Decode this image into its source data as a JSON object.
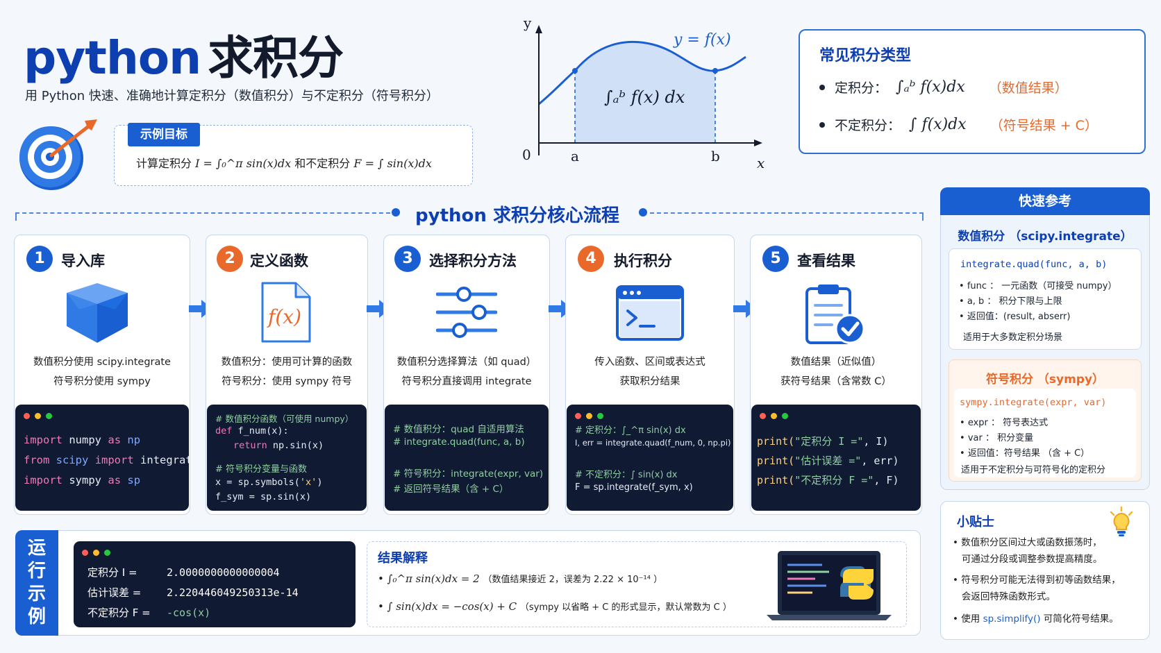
{
  "header": {
    "title_en": "python",
    "title_cn": "求积分",
    "subtitle": "用 Python 快速、准确地计算定积分（数值积分）与不定积分（符号积分）"
  },
  "goal": {
    "tag": "示例目标",
    "prefix": "计算定积分",
    "def_expr": "I = ∫₀^π sin(x)dx",
    "middle": "和不定积分",
    "indef_expr": "F = ∫ sin(x)dx"
  },
  "graph": {
    "y_axis": "y",
    "x_axis": "x",
    "origin": "0",
    "a": "a",
    "b": "b",
    "curve_label": "y = f(x)",
    "area_label": "∫ₐᵇ f(x) dx"
  },
  "types": {
    "title": "常见积分类型",
    "rows": [
      {
        "label": "定积分：",
        "expr": "∫ₐᵇ f(x)dx",
        "result": "（数值结果）"
      },
      {
        "label": "不定积分：",
        "expr": "∫ f(x)dx",
        "result": "（符号结果 + C）"
      }
    ]
  },
  "flow": {
    "title": "python 求积分核心流程",
    "steps": [
      {
        "num": "1",
        "title": "导入库",
        "desc1": "数值积分使用 scipy.integrate",
        "desc2": "符号积分使用 sympy"
      },
      {
        "num": "2",
        "title": "定义函数",
        "desc1": "数值积分：使用可计算的函数",
        "desc2": "符号积分：使用 sympy 符号"
      },
      {
        "num": "3",
        "title": "选择积分方法",
        "desc1": "数值积分选择算法（如 quad）",
        "desc2": "符号积分直接调用 integrate"
      },
      {
        "num": "4",
        "title": "执行积分",
        "desc1": "传入函数、区间或表达式",
        "desc2": "获取积分结果"
      },
      {
        "num": "5",
        "title": "查看结果",
        "desc1": "数值结果（近似值）",
        "desc2": "获符号结果（含常数 C）"
      }
    ],
    "fx_label": "f(x)"
  },
  "code": {
    "c1": {
      "l1_kw": "import",
      "l1_mod": "numpy",
      "l1_as": "as",
      "l1_alias": "np",
      "l2_kw": "from",
      "l2_mod": "scipy",
      "l2_imp": "import",
      "l2_name": "integrate",
      "l3_kw": "import",
      "l3_mod": "sympy",
      "l3_as": "as",
      "l3_alias": "sp"
    },
    "c2": {
      "l1": "# 数值积分函数（可使用 numpy）",
      "l2_kw": "def",
      "l2_rest": "f_num(x):",
      "l3_kw": "return",
      "l3_rest": "np.sin(x)",
      "l4": "# 符号积分变量与函数",
      "l5a": "x = sp.symbols(",
      "l5b": "'x'",
      "l5c": ")",
      "l6": "f_sym = sp.sin(x)"
    },
    "c3": {
      "l1": "# 数值积分：quad 自适用算法",
      "l2": "# integrate.quad(func, a, b)",
      "l3": "# 符号积分：integrate(expr, var)",
      "l4": "# 返回符号结果（含 + C）"
    },
    "c4": {
      "l1": "# 定积分：∫_^π sin(x) dx",
      "l2": "I, err = integrate.quad(f_num, 0, np.pi)",
      "l3": "# 不定积分：∫ sin(x) dx",
      "l4": "F = sp.integrate(f_sym, x)"
    },
    "c5": {
      "l1a": "print(",
      "l1b": "\"定积分 I =\"",
      "l1c": ", I)",
      "l2a": "print(",
      "l2b": "\"估计误差 =\"",
      "l2c": ", err)",
      "l3a": "print(",
      "l3b": "\"不定积分 F =\"",
      "l3c": ", F)"
    }
  },
  "run": {
    "tag": [
      "运",
      "行",
      "示",
      "例"
    ],
    "rows": [
      {
        "label": "定积分 I =",
        "value": "2.0000000000000004"
      },
      {
        "label": "估计误差 =",
        "value": "2.220446049250313e-14"
      },
      {
        "label": "不定积分 F =",
        "value": "-cos(x)"
      }
    ],
    "explain_title": "结果解释",
    "explain": [
      {
        "expr": "∫₀^π sin(x)dx = 2",
        "note": "（数值结果接近 2，误差为 2.22 × 10⁻¹⁴ ）"
      },
      {
        "expr": "∫ sin(x)dx = −cos(x) + C",
        "note": "（sympy 以省略 + C 的形式显示，默认常数为 C ）"
      }
    ]
  },
  "quickref": {
    "head": "快速参考",
    "numeric": {
      "title": "数值积分 （scipy.integrate）",
      "sig": "integrate.quad(func, a, b)",
      "items": [
        "func ： 一元函数（可接受 numpy）",
        "a, b ： 积分下限与上限",
        "返回值：(result, abserr)"
      ],
      "note": "适用于大多数定积分场景"
    },
    "symbolic": {
      "title": "符号积分 （sympy）",
      "sig": "sympy.integrate(expr, var)",
      "items": [
        "expr ： 符号表达式",
        "var  ： 积分变量",
        "返回值：符号结果 （含 + C）"
      ],
      "note": "适用于不定积分与可符号化的定积分"
    }
  },
  "tips": {
    "title": "小贴士",
    "t1a": "数值积分区间过大或函数振荡时，",
    "t1b": "可通过分段或调整参数提高精度。",
    "t2a": "符号积分可能无法得到初等函数结果，",
    "t2b": "会返回特殊函数形式。",
    "t3a": "使用 ",
    "t3b": "sp.simplify()",
    "t3c": " 可简化符号结果。"
  },
  "colors": {
    "brand_blue": "#1a5fd1",
    "title_blue": "#0d3fb0",
    "orange": "#e8692a",
    "code_bg": "#101a33"
  }
}
